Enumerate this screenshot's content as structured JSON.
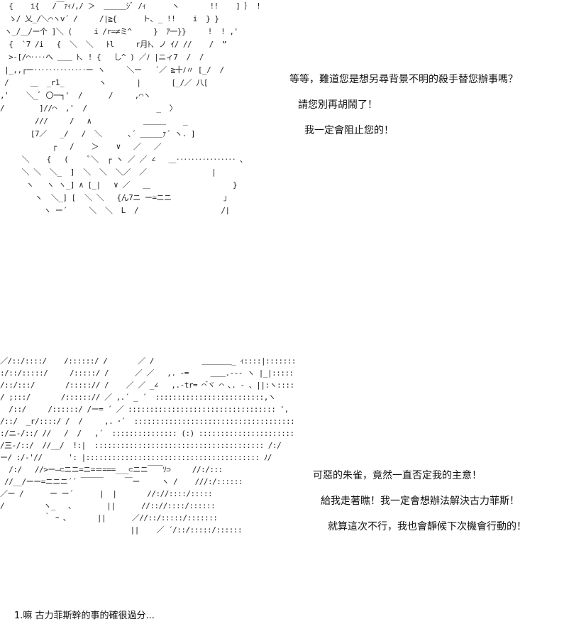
{
  "art": {
    "top": "  {    i{   /￣ｧｨﾉ,/ ＞  ＿＿＿ｼﾞ /ｨ      ヽ       !!    ] ｝ !\n  ゝ/ 乂_/＼⌒ヽv´ /     /|≧{      ト､ _ !!    i  } }\n ヽ_/＿/ー个 ]＼ (     i /r=≠ミ^     }  ｱ一}}     !  ! ,'\n  {  `7 /i   {  ＼  ＼   ﾄl     r月ﾄ､ ノ ｲ/ //    /  ”\n  >-[/⌒‥‥ヘ ＿＿ ﾄ､ ! {   し^ ) ／ﾉ |ニィ7  /  /\n |_,,┌ー‥‥‥‥‥‥‥ー ヽ     ＼ー   ´／ ≧十ﾉ〃 [_/  /\n /     ＿  _r1_        ヽ       |       [_/／ 八[\n,'    ＼_ﾞ 〇一┐'  /      /     ,⌒ヽ\n/        ]//⌒  ,'  /                _  〉\n        ///     /   ∧            ＿＿＿    _\n       [7／   _/   /  ＼      ､´ ＿＿＿ｧ´ ヽ. ]\n            ┌   /    ＞    ∨   ／   ／\n     ＼    {   (     ﾟ＼  ┌ ヽ ／ ／ ∠   ＿‥‥‥‥‥‥‥‥ ､\n     ＼ ＼  ＼_  ]  ＼  ＼  ＼／  ／               |\n      ヽ   ヽ ヽ_] ∧ [_|   ∨ ／   ＿                   }\n        ヽ  ＼_] [  ＼ ＼   {ん7ニ ー=ニニ            」\n          ヽ_ー´     ＼  ＼  L _/                   /|",
    "bottom": "／/::/::::/    /::::::/ /       ／ /           ＿＿＿＿_ ｨ::::|::::::::::::\n:/::/:::::/     /:::::/ /      ／ ／   ,. -=     ＿＿.--- ヽ |_|::::::::::\n/::/:::/       /:::::// /    ／ ／ _∠   ,.-tr= ⌒ ゙ヾ ⌒ ､. - 、||:ヽ:::::::\n/ ;:::/       /::::::// ／ ,.´ _ ´  :::::::::::::::::::::::::,ヽ     ¨|::::|ヽ::::\n  /::/     /::::::/ /ー= ´ ／ :::::::::::::::::::::::::::::::::: ', ::::!       }:/   V::\n/::/  _r/::::/ /  /     ,. ･´  ::::::::::::::::::::::::::::::::::::::l::::}     / /    /:::\n:/ニ-/::/ //   /  /   ,´  ::::::::::::::: (:) :::::::::::::::::::::: /::/    /:'    /:::/\n/三-/::/  //__/  !:|  ::::::::::::::::::::::::::::::::::::::: /:/    /     /::://\nー/ :/-'//      ': |:::::::::::::::::::::::::::::::::::::::: ﾉ/      /     /:::/:/::\n  /:/   //>ー―⊂ニニ=ニ=＝===___⊂ニニ￣￣ｿ⊃     //:/:::\n //__/ーー=ニニニ´´ ￣￣￣     ￣ー     ヽ /    ///:/::::::\n／ー /      ー ー´      |  |       //://::::/:::::\n/         ヽ_   ､        ||      //:://::::/::::::\n          ｀ ｰ ､       ||      ／//::/:::::/:::::::\n                              ||    ／ ´/::/:::::/::::::"
  },
  "dialogue": {
    "top": [
      "等等，難道您是想另尋背景不明的殺手替您辦事嗎？",
      "請您別再胡鬧了！",
      "我一定會阻止您的！"
    ],
    "bottom": [
      "可惡的朱雀，竟然一直否定我的主意！",
      "給我走著瞧！我一定會想辦法解決古力菲斯！",
      "就算這次不行，我也會靜候下次機會行動的！"
    ]
  },
  "footnote": "1.嘛 古力菲斯幹的事的確很過分..."
}
